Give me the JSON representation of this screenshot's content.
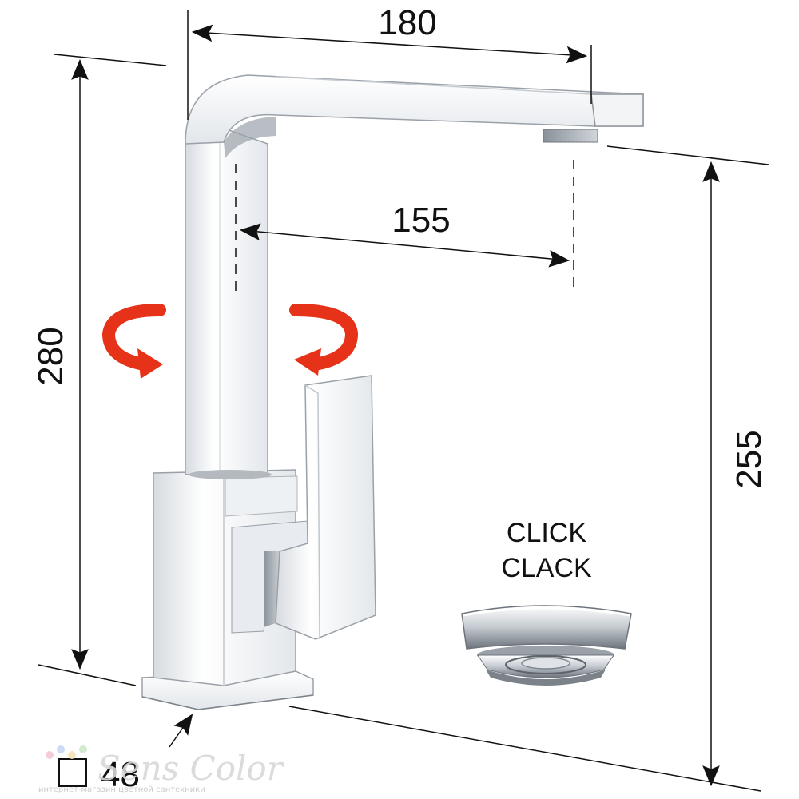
{
  "dimensions": {
    "spout_reach": "180",
    "spout_axis_offset": "155",
    "total_height": "280",
    "outlet_height": "255",
    "hole_diameter": "48"
  },
  "drain": {
    "line1": "CLICK",
    "line2": "CLACK"
  },
  "watermark": {
    "brand": "Sens Color",
    "tagline": "интернет-магазин цветной сантехники"
  },
  "colors": {
    "rotation_arrows": "#e63219",
    "dimension_lines": "#111111",
    "chrome_light": "#f4f6f8",
    "chrome_mid": "#c9ced4",
    "chrome_dark": "#7d848c"
  },
  "icons": {
    "rotate_left": "rotate-counterclockwise-arrow",
    "rotate_right": "rotate-clockwise-arrow",
    "hole": "square-diameter-symbol"
  }
}
